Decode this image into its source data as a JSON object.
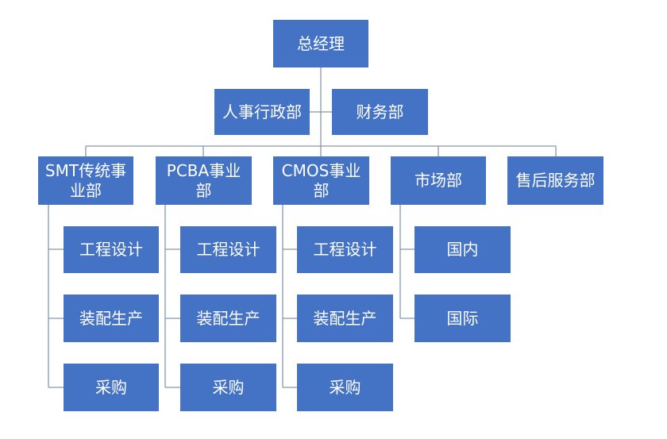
{
  "org_chart": {
    "root": {
      "label": "总经理"
    },
    "staff_offices": [
      {
        "label": "人事行政部"
      },
      {
        "label": "财务部"
      }
    ],
    "departments": [
      {
        "label_lines": [
          "SMT传统事",
          "业部"
        ],
        "units": [
          {
            "label": "工程设计"
          },
          {
            "label": "装配生产"
          },
          {
            "label": "采购"
          }
        ]
      },
      {
        "label_lines": [
          "PCBA事业",
          "部"
        ],
        "units": [
          {
            "label": "工程设计"
          },
          {
            "label": "装配生产"
          },
          {
            "label": "采购"
          }
        ]
      },
      {
        "label_lines": [
          "CMOS事业",
          "部"
        ],
        "units": [
          {
            "label": "工程设计"
          },
          {
            "label": "装配生产"
          },
          {
            "label": "采购"
          }
        ]
      },
      {
        "label_lines": [
          "市场部"
        ],
        "units": [
          {
            "label": "国内"
          },
          {
            "label": "国际"
          }
        ]
      },
      {
        "label_lines": [
          "售后服务部"
        ],
        "units": []
      }
    ]
  },
  "colors": {
    "box_fill": "#4472c4",
    "box_text": "#ffffff",
    "connector": "#8497b0",
    "background": "#ffffff"
  }
}
